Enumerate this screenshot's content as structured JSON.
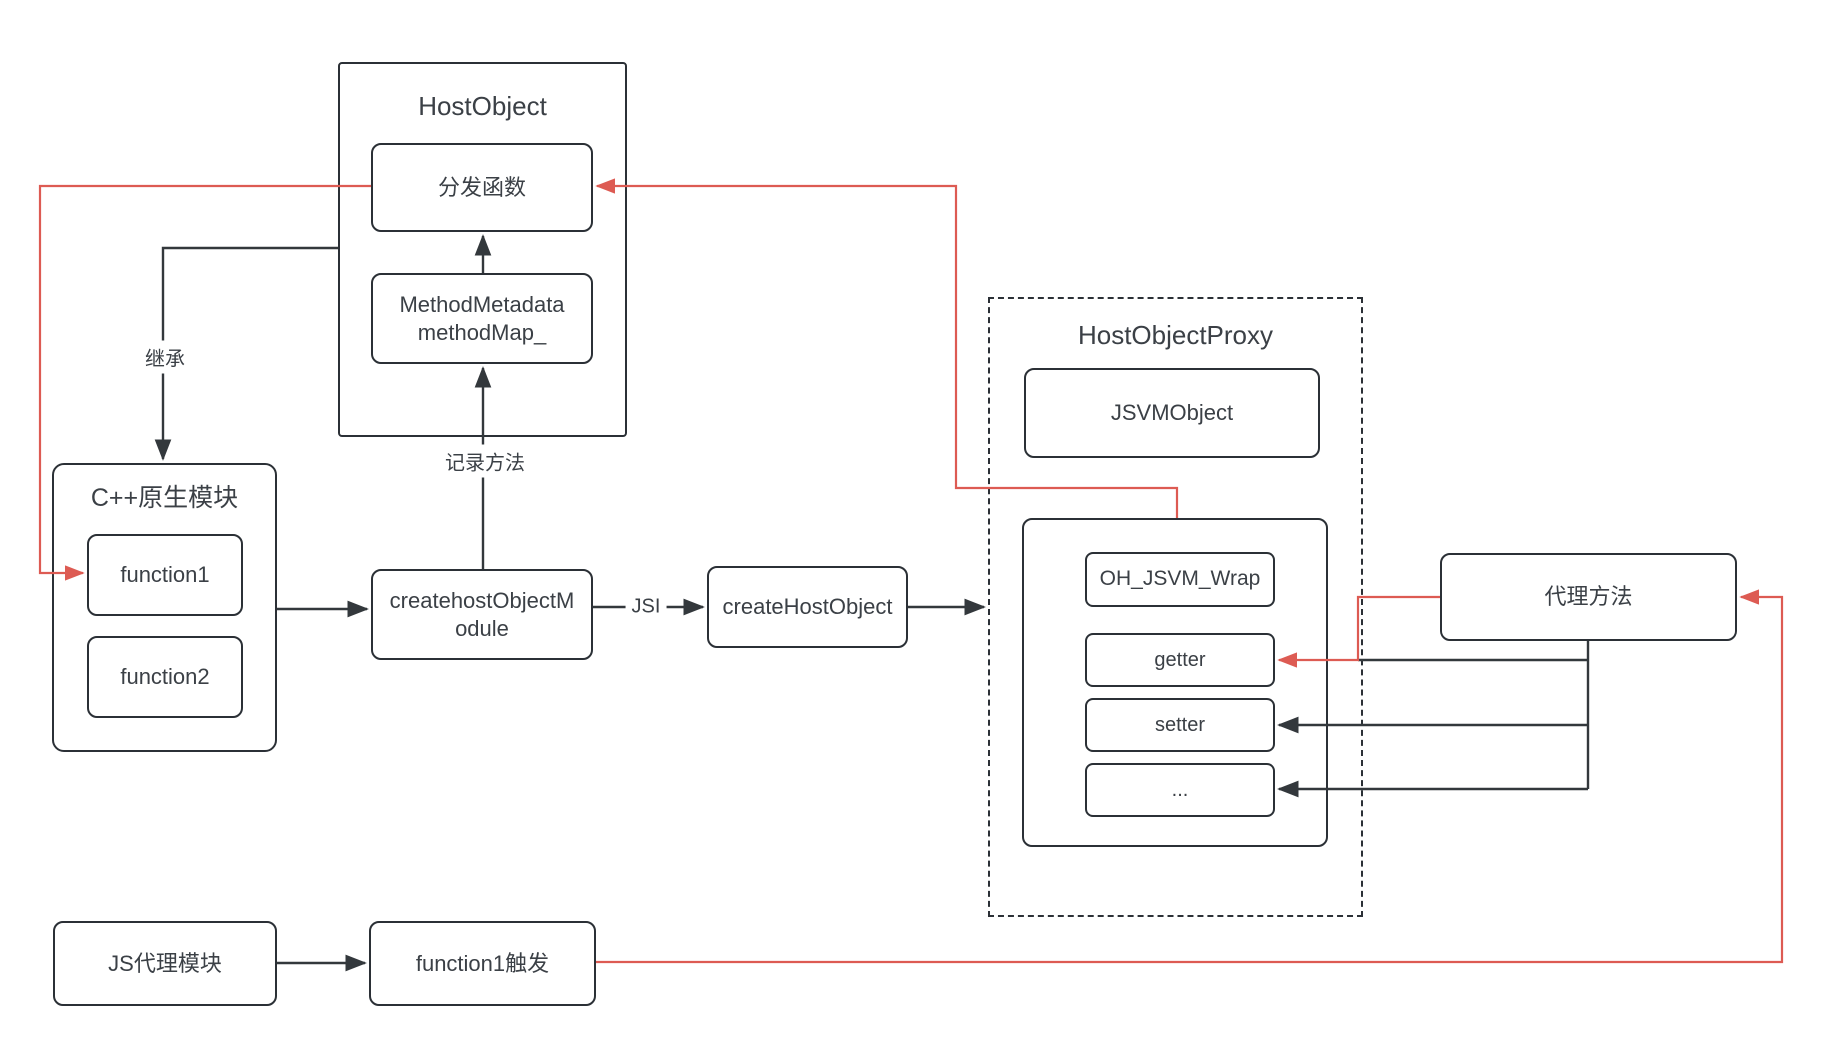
{
  "colors": {
    "line_black": "#33383c",
    "line_red": "#dd5b53",
    "box_border": "#2b3036",
    "text": "#3b4046",
    "background": "#ffffff"
  },
  "nodes": {
    "host_object": {
      "title": "HostObject"
    },
    "dispatch_fn": {
      "label": "分发函数"
    },
    "method_metadata": {
      "line1": "MethodMetadata",
      "line2": "methodMap_"
    },
    "cpp_module": {
      "title": "C++原生模块"
    },
    "function1": {
      "label": "function1"
    },
    "function2": {
      "label": "function2"
    },
    "create_host_object_module": {
      "line1": "createhostObjectM",
      "line2": "odule"
    },
    "create_host_object": {
      "label": "createHostObject"
    },
    "host_object_proxy": {
      "title": "HostObjectProxy"
    },
    "jsvm_object": {
      "label": "JSVMObject"
    },
    "oh_jsvm_wrap": {
      "label": "OH_JSVM_Wrap"
    },
    "getter": {
      "label": "getter"
    },
    "setter": {
      "label": "setter"
    },
    "more_methods": {
      "label": "..."
    },
    "proxy_method": {
      "label": "代理方法"
    },
    "js_proxy_module": {
      "label": "JS代理模块"
    },
    "function1_trigger": {
      "label": "function1触发"
    }
  },
  "edge_labels": {
    "inherit": "继承",
    "record_method": "记录方法",
    "jsi": "JSI"
  }
}
